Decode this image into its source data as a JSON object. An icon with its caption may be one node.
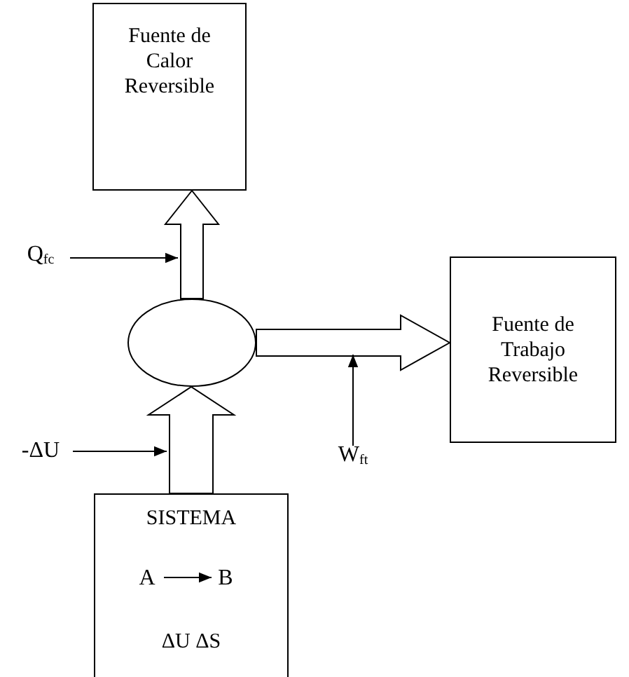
{
  "diagram": {
    "nodes": [
      {
        "text": [
          "Fuente de Calor Reversible"
        ]
      },
      {
        "text": [
          "Q$_{fc}$"
        ]
      },
      {
        "text": [],
        "shape": "circle"
      },
      {
        "text": [
          "Fuente de Trabajo Reversible"
        ]
      },
      {
        "text": [
          "-ΔU"
        ]
      },
      {
        "text": [
          "W$_{ft}$"
        ]
      },
      {
        "text": [
          "SISTEMA",
          "ΔU ΔS"
        ]
      },
      {
        "text": [
          "A"
        ],
        "in": 6
      },
      {
        "text": [
          "B"
        ],
        "in": 6
      }
    ],
    "edges": [
      {
        "from": 2,
        "to": 0,
        "arrow": "to",
        "style": "thick"
      },
      {
        "from": 1,
        "to": null,
        "arrow": "to"
      },
      {
        "from": 2,
        "to": 3,
        "arrow": "to",
        "style": "thick"
      },
      {
        "from": 5,
        "to": null,
        "arrow": "to"
      },
      {
        "from": 4,
        "to": null,
        "arrow": "to"
      },
      {
        "from": 6,
        "to": 2,
        "arrow": "to",
        "style": "thick"
      },
      {
        "from": 7,
        "to": 8,
        "arrow": "to"
      }
    ]
  }
}
